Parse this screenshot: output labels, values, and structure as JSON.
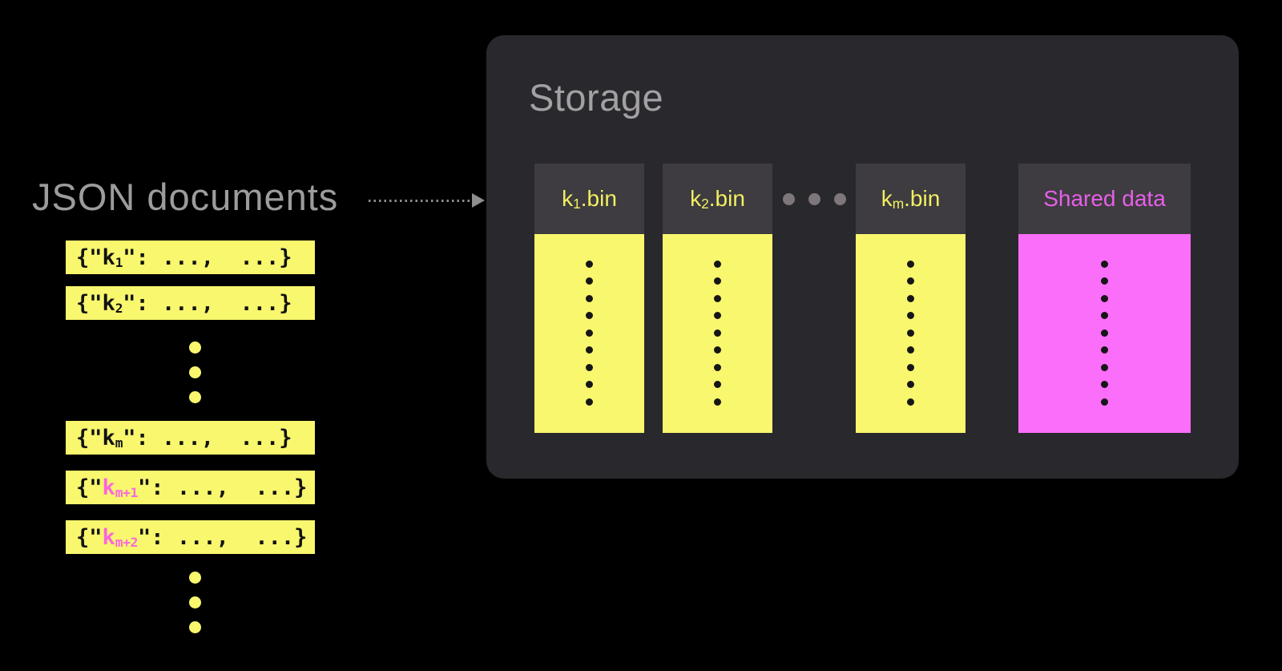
{
  "left": {
    "title": "JSON documents",
    "ellipsis_dot_count": 3,
    "rows": [
      {
        "open": "{\"",
        "key": "k",
        "sub": "1",
        "rest": "\": ...,  ...}",
        "key_style": "plain"
      },
      {
        "open": "{\"",
        "key": "k",
        "sub": "2",
        "rest": "\": ...,  ...}",
        "key_style": "plain"
      },
      {
        "open": "{\"",
        "key": "k",
        "sub": "m",
        "rest": "\": ...,  ...}",
        "key_style": "plain"
      },
      {
        "open": "{\"",
        "key": "k",
        "sub": "m+1",
        "rest": "\": ...,  ...}",
        "key_style": "highlight"
      },
      {
        "open": "{\"",
        "key": "k",
        "sub": "m+2",
        "rest": "\": ...,  ...}",
        "key_style": "highlight"
      }
    ]
  },
  "storage": {
    "title": "Storage",
    "separator_dot_count": 3,
    "column_dot_count": 9,
    "files": [
      {
        "name": "k",
        "sub": "1",
        "ext": ".bin",
        "style": "yellow"
      },
      {
        "name": "k",
        "sub": "2",
        "ext": ".bin",
        "style": "yellow"
      },
      {
        "name": "k",
        "sub": "m",
        "ext": ".bin",
        "style": "yellow"
      },
      {
        "name": "Shared data",
        "sub": "",
        "ext": "",
        "style": "pink"
      }
    ]
  },
  "colors": {
    "yellow": "#f8f76e",
    "magenta": "#fa6efa",
    "header_yellow": "#f2ee62",
    "pink_text": "#e65fe8",
    "row_key_pink": "#fc66de",
    "gray_text": "#9d9b9e",
    "panel_bg": "#29282c",
    "header_bg": "#3e3c40",
    "arrow_gray": "#8f8d90",
    "sep_dot": "#7d767b",
    "body_dot": "#161616",
    "background": "#000000"
  }
}
